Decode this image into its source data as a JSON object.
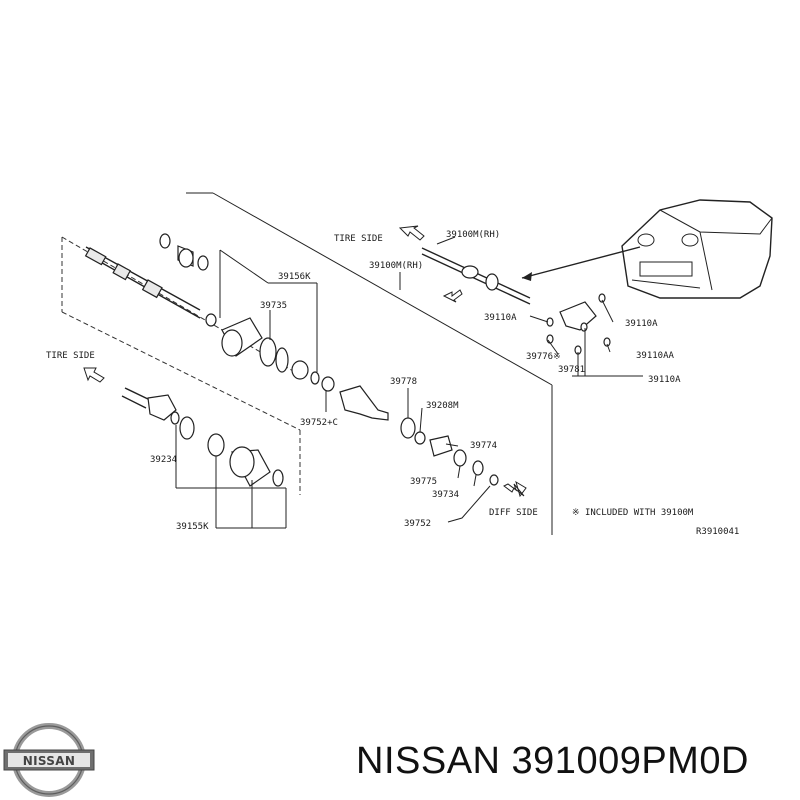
{
  "diagram": {
    "labels": {
      "p39100M_RH_top": "39100M(RH)",
      "p39100M_RH": "39100M(RH)",
      "p39156K": "39156K",
      "p39735": "39735",
      "p39752C": "39752+C",
      "p39778": "39778",
      "p39208M": "39208M",
      "p39774": "39774",
      "p39775": "39775",
      "p39734": "39734",
      "p39752": "39752",
      "p39234": "39234",
      "p39155K": "39155K",
      "p39110A_left": "39110A",
      "p39110A_right": "39110A",
      "p39110AA": "39110AA",
      "p39110A_bottom": "39110A",
      "p39776": "39776",
      "p39781": "39781"
    },
    "tire_side_top": "TIRE SIDE",
    "tire_side_left": "TIRE SIDE",
    "diff_side": "DIFF SIDE",
    "footnote": "※ INCLUDED WITH 39100M",
    "ref_code": "R3910041",
    "asterisk": "※"
  },
  "caption": {
    "text": "NISSAN 391009PM0D"
  },
  "logo": {
    "text": "NISSAN"
  }
}
